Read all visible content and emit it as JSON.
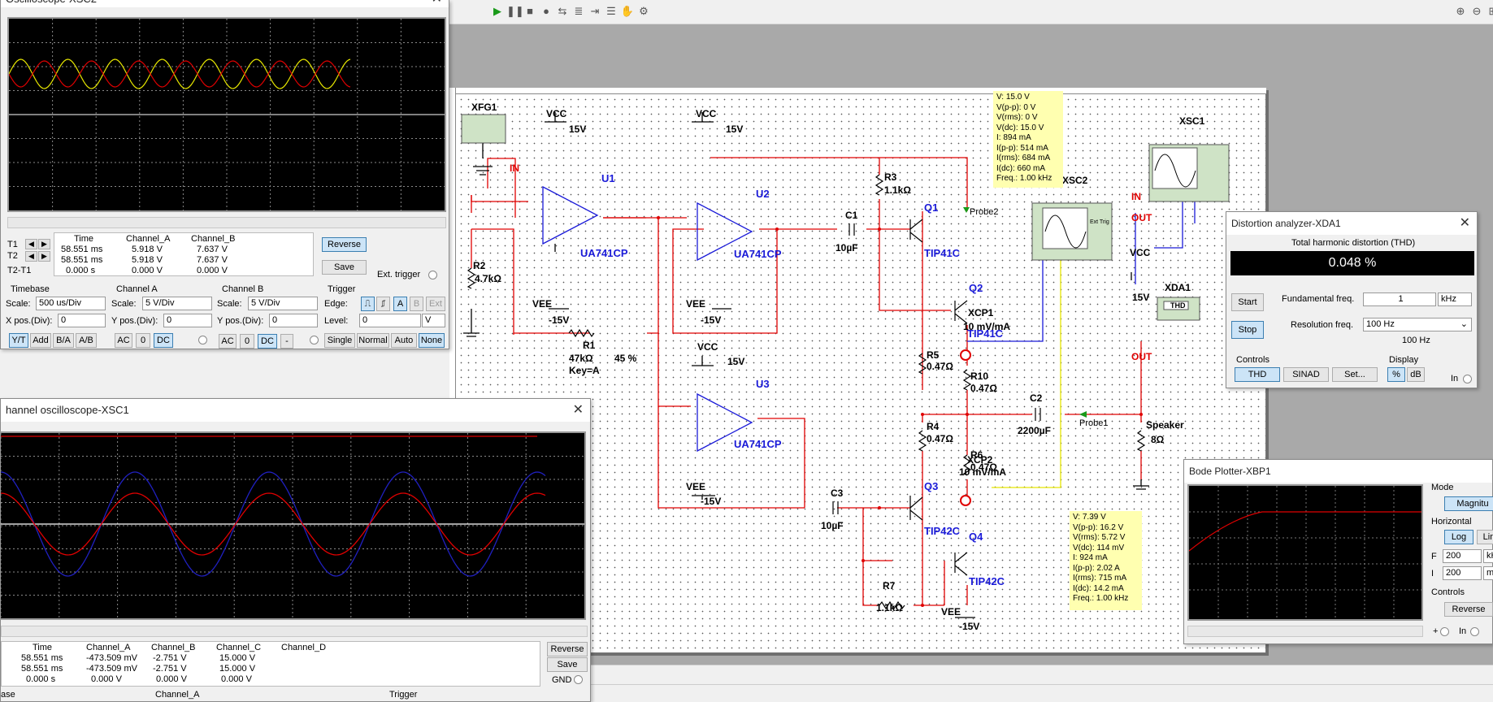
{
  "osc_xsc2": {
    "title": "Oscilloscope-XSC2",
    "readout_headers": [
      "Time",
      "Channel_A",
      "Channel_B"
    ],
    "rows": [
      {
        "label": "T1",
        "time": "58.551 ms",
        "a": "5.918 V",
        "b": "7.637 V"
      },
      {
        "label": "T2",
        "time": "58.551 ms",
        "a": "5.918 V",
        "b": "7.637 V"
      },
      {
        "label": "T2-T1",
        "time": "0.000 s",
        "a": "0.000 V",
        "b": "0.000 V"
      }
    ],
    "reverse": "Reverse",
    "save": "Save",
    "ext_trigger": "Ext. trigger",
    "timebase": {
      "title": "Timebase",
      "scale_label": "Scale:",
      "scale": "500 us/Div",
      "xpos_label": "X pos.(Div):",
      "xpos": "0",
      "modes": [
        "Y/T",
        "Add",
        "B/A",
        "A/B"
      ]
    },
    "channel_a": {
      "title": "Channel A",
      "scale_label": "Scale:",
      "scale": "5  V/Div",
      "ypos_label": "Y pos.(Div):",
      "ypos": "0",
      "coupling": [
        "AC",
        "0",
        "DC"
      ]
    },
    "channel_b": {
      "title": "Channel B",
      "scale_label": "Scale:",
      "scale": "5  V/Div",
      "ypos_label": "Y pos.(Div):",
      "ypos": "0",
      "coupling": [
        "AC",
        "0",
        "DC",
        "-"
      ]
    },
    "trigger": {
      "title": "Trigger",
      "edge_label": "Edge:",
      "edge_buttons": [
        "A",
        "B",
        "Ext"
      ],
      "level_label": "Level:",
      "level": "0",
      "level_unit": "V",
      "modes": [
        "Single",
        "Normal",
        "Auto",
        "None"
      ]
    }
  },
  "osc_xsc1": {
    "title": "hannel oscilloscope-XSC1",
    "readout_headers": [
      "Time",
      "Channel_A",
      "Channel_B",
      "Channel_C",
      "Channel_D"
    ],
    "rows": [
      {
        "time": "58.551 ms",
        "a": "-473.509 mV",
        "b": "-2.751 V",
        "c": "15.000 V",
        "d": ""
      },
      {
        "time": "58.551 ms",
        "a": "-473.509 mV",
        "b": "-2.751 V",
        "c": "15.000 V",
        "d": ""
      },
      {
        "time": "0.000 s",
        "a": "0.000 V",
        "b": "0.000 V",
        "c": "0.000 V",
        "d": ""
      }
    ],
    "reverse": "Reverse",
    "save": "Save",
    "gnd": "GND",
    "bottom_labels": [
      "ase",
      "Channel_A",
      "Trigger"
    ]
  },
  "distortion": {
    "title": "Distortion analyzer-XDA1",
    "thd_label": "Total harmonic distortion (THD)",
    "thd_value": "0.048 %",
    "start": "Start",
    "stop": "Stop",
    "fund_label": "Fundamental freq.",
    "fund_value": "1",
    "fund_unit": "kHz",
    "res_label": "Resolution freq.",
    "res_value": "100 Hz",
    "res_display": "100 Hz",
    "controls_label": "Controls",
    "controls": [
      "THD",
      "SINAD",
      "Set..."
    ],
    "display_label": "Display",
    "display": [
      "%",
      "dB"
    ],
    "in_label": "In"
  },
  "bode": {
    "title": "Bode Plotter-XBP1",
    "mode_label": "Mode",
    "mode_btn": "Magnitu",
    "horizontal_label": "Horizontal",
    "log": "Log",
    "lin": "Lin",
    "f_label": "F",
    "f_value": "200",
    "f_unit": "kH",
    "i_label": "I",
    "i_value": "200",
    "i_unit": "m",
    "controls_label": "Controls",
    "reverse": "Reverse",
    "in_label": "In"
  },
  "probe1": {
    "lines": "V: 15.0 V\nV(p-p): 0 V\nV(rms): 0 V\nV(dc): 15.0 V\nI: 894 mA\nI(p-p): 514 mA\nI(rms): 684 mA\nI(dc): 660 mA\nFreq.: 1.00 kHz"
  },
  "probe2": {
    "lines": "V: 7.39 V\nV(p-p): 16.2 V\nV(rms): 5.72 V\nV(dc): 114 mV\nI: 924 mA\nI(p-p): 2.02 A\nI(rms): 715 mA\nI(dc): 14.2 mA\nFreq.: 1.00 kHz"
  },
  "schematic": {
    "xfg1": "XFG1",
    "in": "IN",
    "out": "OUT",
    "vcc": "VCC",
    "vee": "VEE",
    "v15": "15V",
    "vm15": "-15V",
    "u1": "U1",
    "u2": "U2",
    "u3": "U3",
    "opamp": "UA741CP",
    "r1": "R1",
    "r1v": "47kΩ",
    "r1key": "Key=A",
    "r1pct": "45 %",
    "r2": "R2",
    "r2v": "4.7kΩ",
    "r3": "R3",
    "r3v": "1.1kΩ",
    "r4": "R4",
    "r4v": "0.47Ω",
    "r5": "R5",
    "r5v": "0.47Ω",
    "r6": "R6",
    "r6v": "0.47Ω",
    "r7": "R7",
    "r7v": "1.1kΩ",
    "r10": "R10",
    "r10v": "0.47Ω",
    "c1": "C1",
    "c1v": "10µF",
    "c2": "C2",
    "c2v": "2200µF",
    "c3": "C3",
    "c3v": "10µF",
    "q1": "Q1",
    "q2": "Q2",
    "q3": "Q3",
    "q4": "Q4",
    "tip41c": "TIP41C",
    "tip42c": "TIP42C",
    "xcp1": "XCP1",
    "xcp2": "XCP2",
    "xcp_scale": "10 mV/mA",
    "probe1": "Probe1",
    "probe2": "Probe2",
    "xsc1": "XSC1",
    "xsc2": "XSC2",
    "xda1": "XDA1",
    "thd": "THD",
    "ext_trig": "Ext Trig",
    "speaker": "Speaker",
    "speaker_v": "8Ω"
  },
  "colors": {
    "wire_red": "#e00000",
    "wire_blue": "#1a1ad8",
    "label_blue": "#1a1ad8",
    "probe_bg": "#ffffb0",
    "trace_yellow": "#e6e600",
    "trace_red": "#e00000",
    "trace_blue": "#2020c0"
  }
}
